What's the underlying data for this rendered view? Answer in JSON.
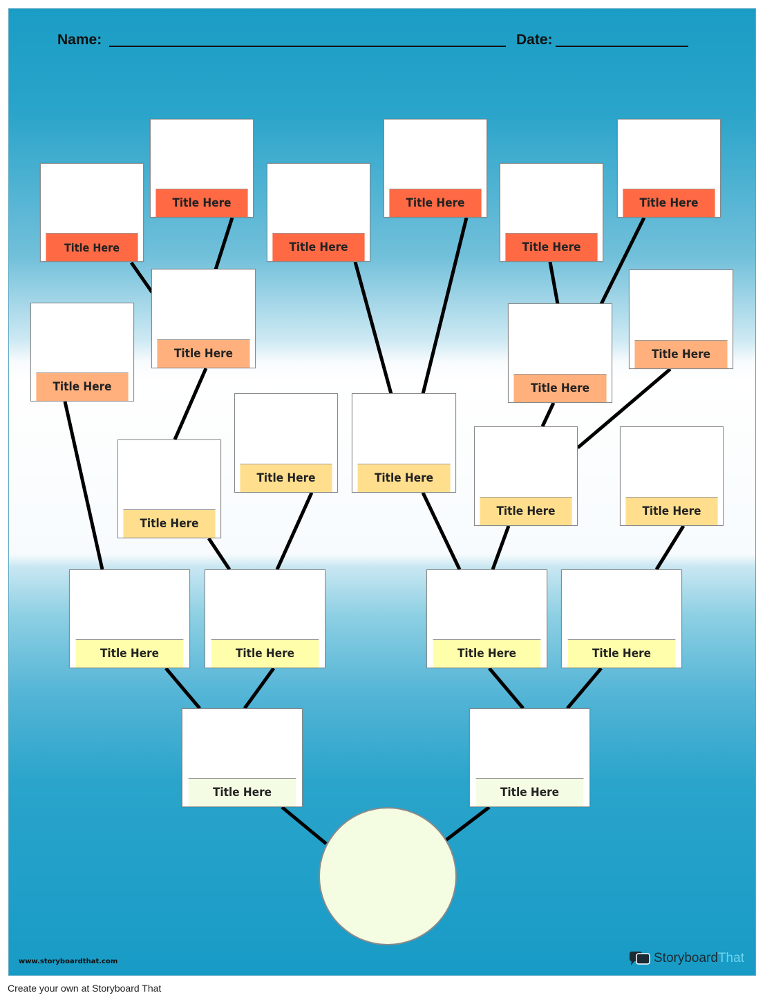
{
  "header": {
    "name_label": "Name:",
    "date_label": "Date:"
  },
  "cards": [
    {
      "id": "l1-a",
      "level": 1,
      "label": "Title Here"
    },
    {
      "id": "l1-b",
      "level": 1,
      "label": "Title Here"
    },
    {
      "id": "l1-c",
      "level": 1,
      "label": "Title Here"
    },
    {
      "id": "l1-d",
      "level": 1,
      "label": "Title Here"
    },
    {
      "id": "l1-e",
      "level": 1,
      "label": "Title Here"
    },
    {
      "id": "l1-f",
      "level": 1,
      "label": "Title Here"
    },
    {
      "id": "l2-a",
      "level": 2,
      "label": "Title Here"
    },
    {
      "id": "l2-b",
      "level": 2,
      "label": "Title Here"
    },
    {
      "id": "l2-c",
      "level": 2,
      "label": "Title Here"
    },
    {
      "id": "l2-d",
      "level": 2,
      "label": "Title Here"
    },
    {
      "id": "l3-a",
      "level": 3,
      "label": "Title Here"
    },
    {
      "id": "l3-b",
      "level": 3,
      "label": "Title Here"
    },
    {
      "id": "l3-c",
      "level": 3,
      "label": "Title Here"
    },
    {
      "id": "l3-d",
      "level": 3,
      "label": "Title Here"
    },
    {
      "id": "l3-e",
      "level": 3,
      "label": "Title Here"
    },
    {
      "id": "l4-a",
      "level": 4,
      "label": "Title Here"
    },
    {
      "id": "l4-b",
      "level": 4,
      "label": "Title Here"
    },
    {
      "id": "l4-c",
      "level": 4,
      "label": "Title Here"
    },
    {
      "id": "l4-d",
      "level": 4,
      "label": "Title Here"
    },
    {
      "id": "l5-a",
      "level": 5,
      "label": "Title Here"
    },
    {
      "id": "l5-b",
      "level": 5,
      "label": "Title Here"
    }
  ],
  "colors": {
    "level1": "#ff6a45",
    "level2": "#ffb07c",
    "level3": "#ffdf8e",
    "level4": "#ffffab",
    "level5": "#f4fce3",
    "root": "#f4fde2",
    "connector": "#000000"
  },
  "footer": {
    "url": "www.storyboardthat.com",
    "brand_part1": "Storyboard",
    "brand_part2": "That",
    "credit": "Create your own at Storyboard That"
  }
}
